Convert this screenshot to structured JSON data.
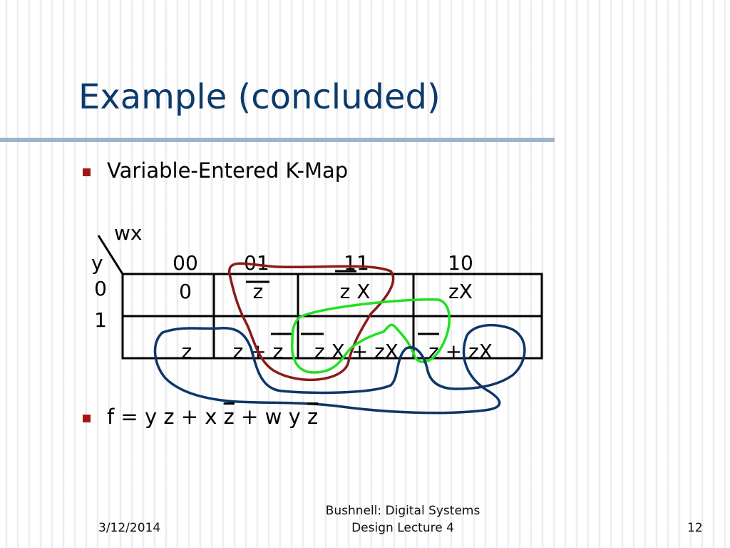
{
  "slide": {
    "title": "Example (concluded)",
    "bullets": [
      "Variable-Entered K-Map"
    ],
    "kmap": {
      "column_variables": "wx",
      "row_variable": "y",
      "column_headers": [
        "00",
        "01",
        "11",
        "10"
      ],
      "row_headers": [
        "0",
        "1"
      ],
      "cells": [
        [
          "0",
          "z",
          "z X",
          "zX"
        ],
        [
          "z",
          "z + z",
          "z X + zX",
          "z + zX"
        ]
      ]
    },
    "function": {
      "bullet_prefix": "f = y z + x",
      "bar_z1": "z",
      "middle": "+ w y",
      "bar_z2": "z"
    },
    "footer": {
      "date": "3/12/2014",
      "center_line1": "Bushnell: Digital Systems",
      "center_line2": "Design Lecture 4",
      "page": "12"
    },
    "colors": {
      "title": "#0d3a6b",
      "bullet": "#a11717",
      "loop_red": "#8b1a1a",
      "loop_green": "#22e022",
      "loop_blue": "#0e3768"
    }
  }
}
